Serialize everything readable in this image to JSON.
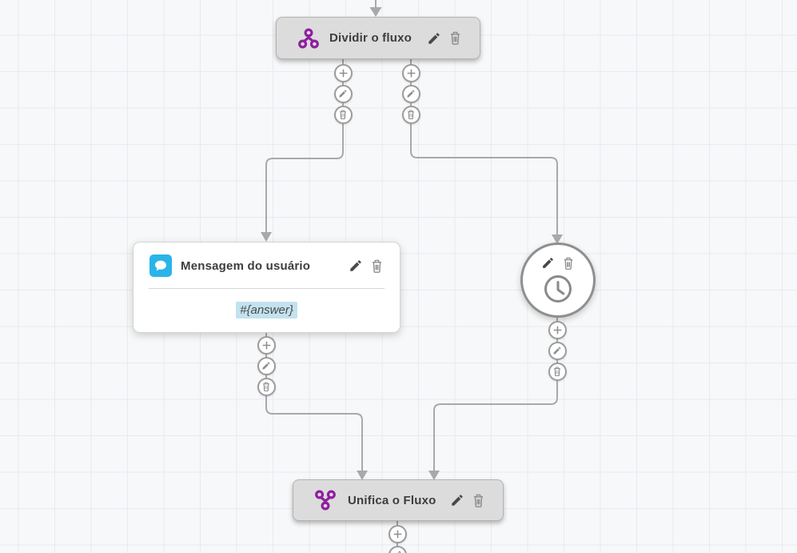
{
  "nodes": {
    "split": {
      "label": "Dividir o fluxo",
      "icon": "split-flow-icon"
    },
    "user_message": {
      "label": "Mensagem do usuário",
      "variable": "#{answer}",
      "icon": "chat-bubble-icon"
    },
    "wait": {
      "icon": "clock-icon"
    },
    "merge": {
      "label": "Unifica o Fluxo",
      "icon": "merge-flow-icon"
    }
  },
  "node_actions": {
    "edit": "edit",
    "delete": "delete"
  },
  "connector_actions": {
    "add": "add",
    "edit": "edit",
    "delete": "delete"
  },
  "colors": {
    "purple_accent": "#8e1f9e",
    "chat_blue": "#2ab4e8",
    "variable_highlight": "#c3e2ef",
    "connector_gray": "#a9a9a9",
    "node_gray_fill": "#dcdcdc",
    "canvas_background": "#f7f8f9",
    "grid_line": "#e7eaf2"
  }
}
